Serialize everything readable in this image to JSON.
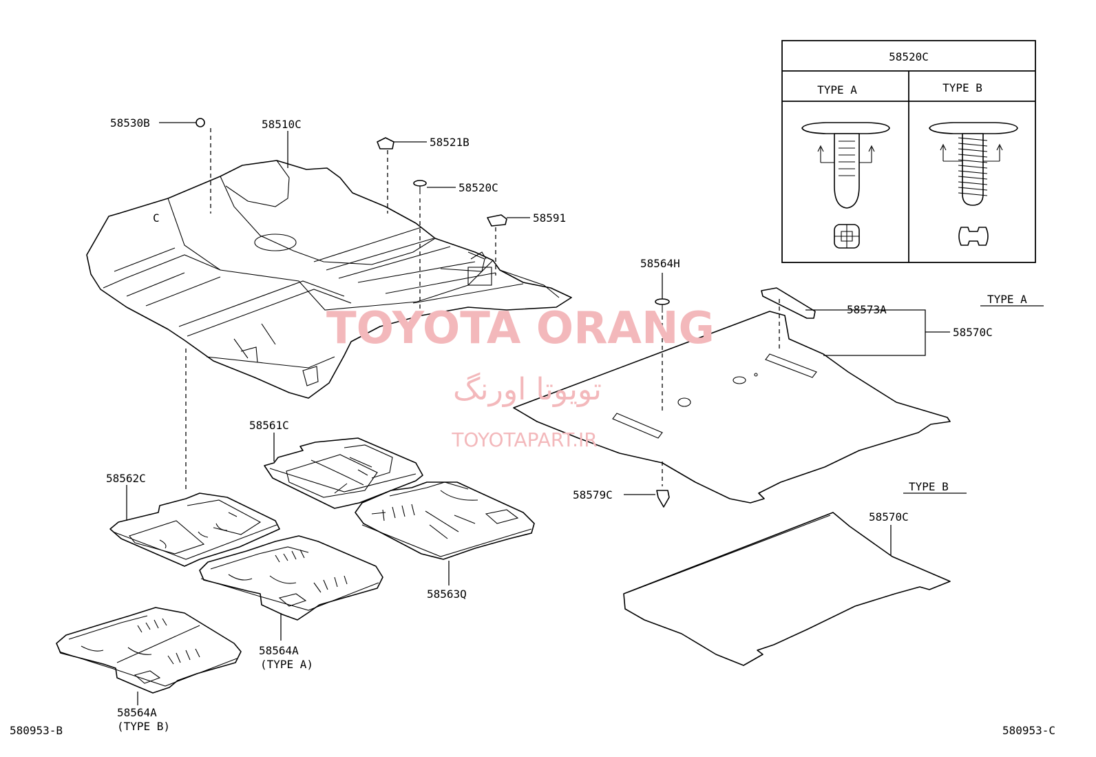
{
  "watermark": {
    "brand": "TOYOTA ORANG",
    "persian": "تویوتا اورنگ",
    "site": "TOYOTAPART.IR"
  },
  "inset": {
    "title": "58520C",
    "type_a": "TYPE A",
    "type_b": "TYPE B"
  },
  "labels": {
    "p58530B": "58530B",
    "p58510C": "58510C",
    "p58521B": "58521B",
    "p58520C": "58520C",
    "p58591": "58591",
    "p58564H": "58564H",
    "p58573A": "58573A",
    "p58570C_a": "58570C",
    "type_a": "TYPE A",
    "p58561C": "58561C",
    "p58562C": "58562C",
    "p58579C": "58579C",
    "type_b": "TYPE B",
    "p58570C_b": "58570C",
    "p58563Q": "58563Q",
    "p58564A_a": "58564A",
    "p58564A_a_type": "(TYPE A)",
    "p58564A_b": "58564A",
    "p58564A_b_type": "(TYPE B)"
  },
  "footer": {
    "left_code": "580953-B",
    "right_code": "580953-C"
  }
}
